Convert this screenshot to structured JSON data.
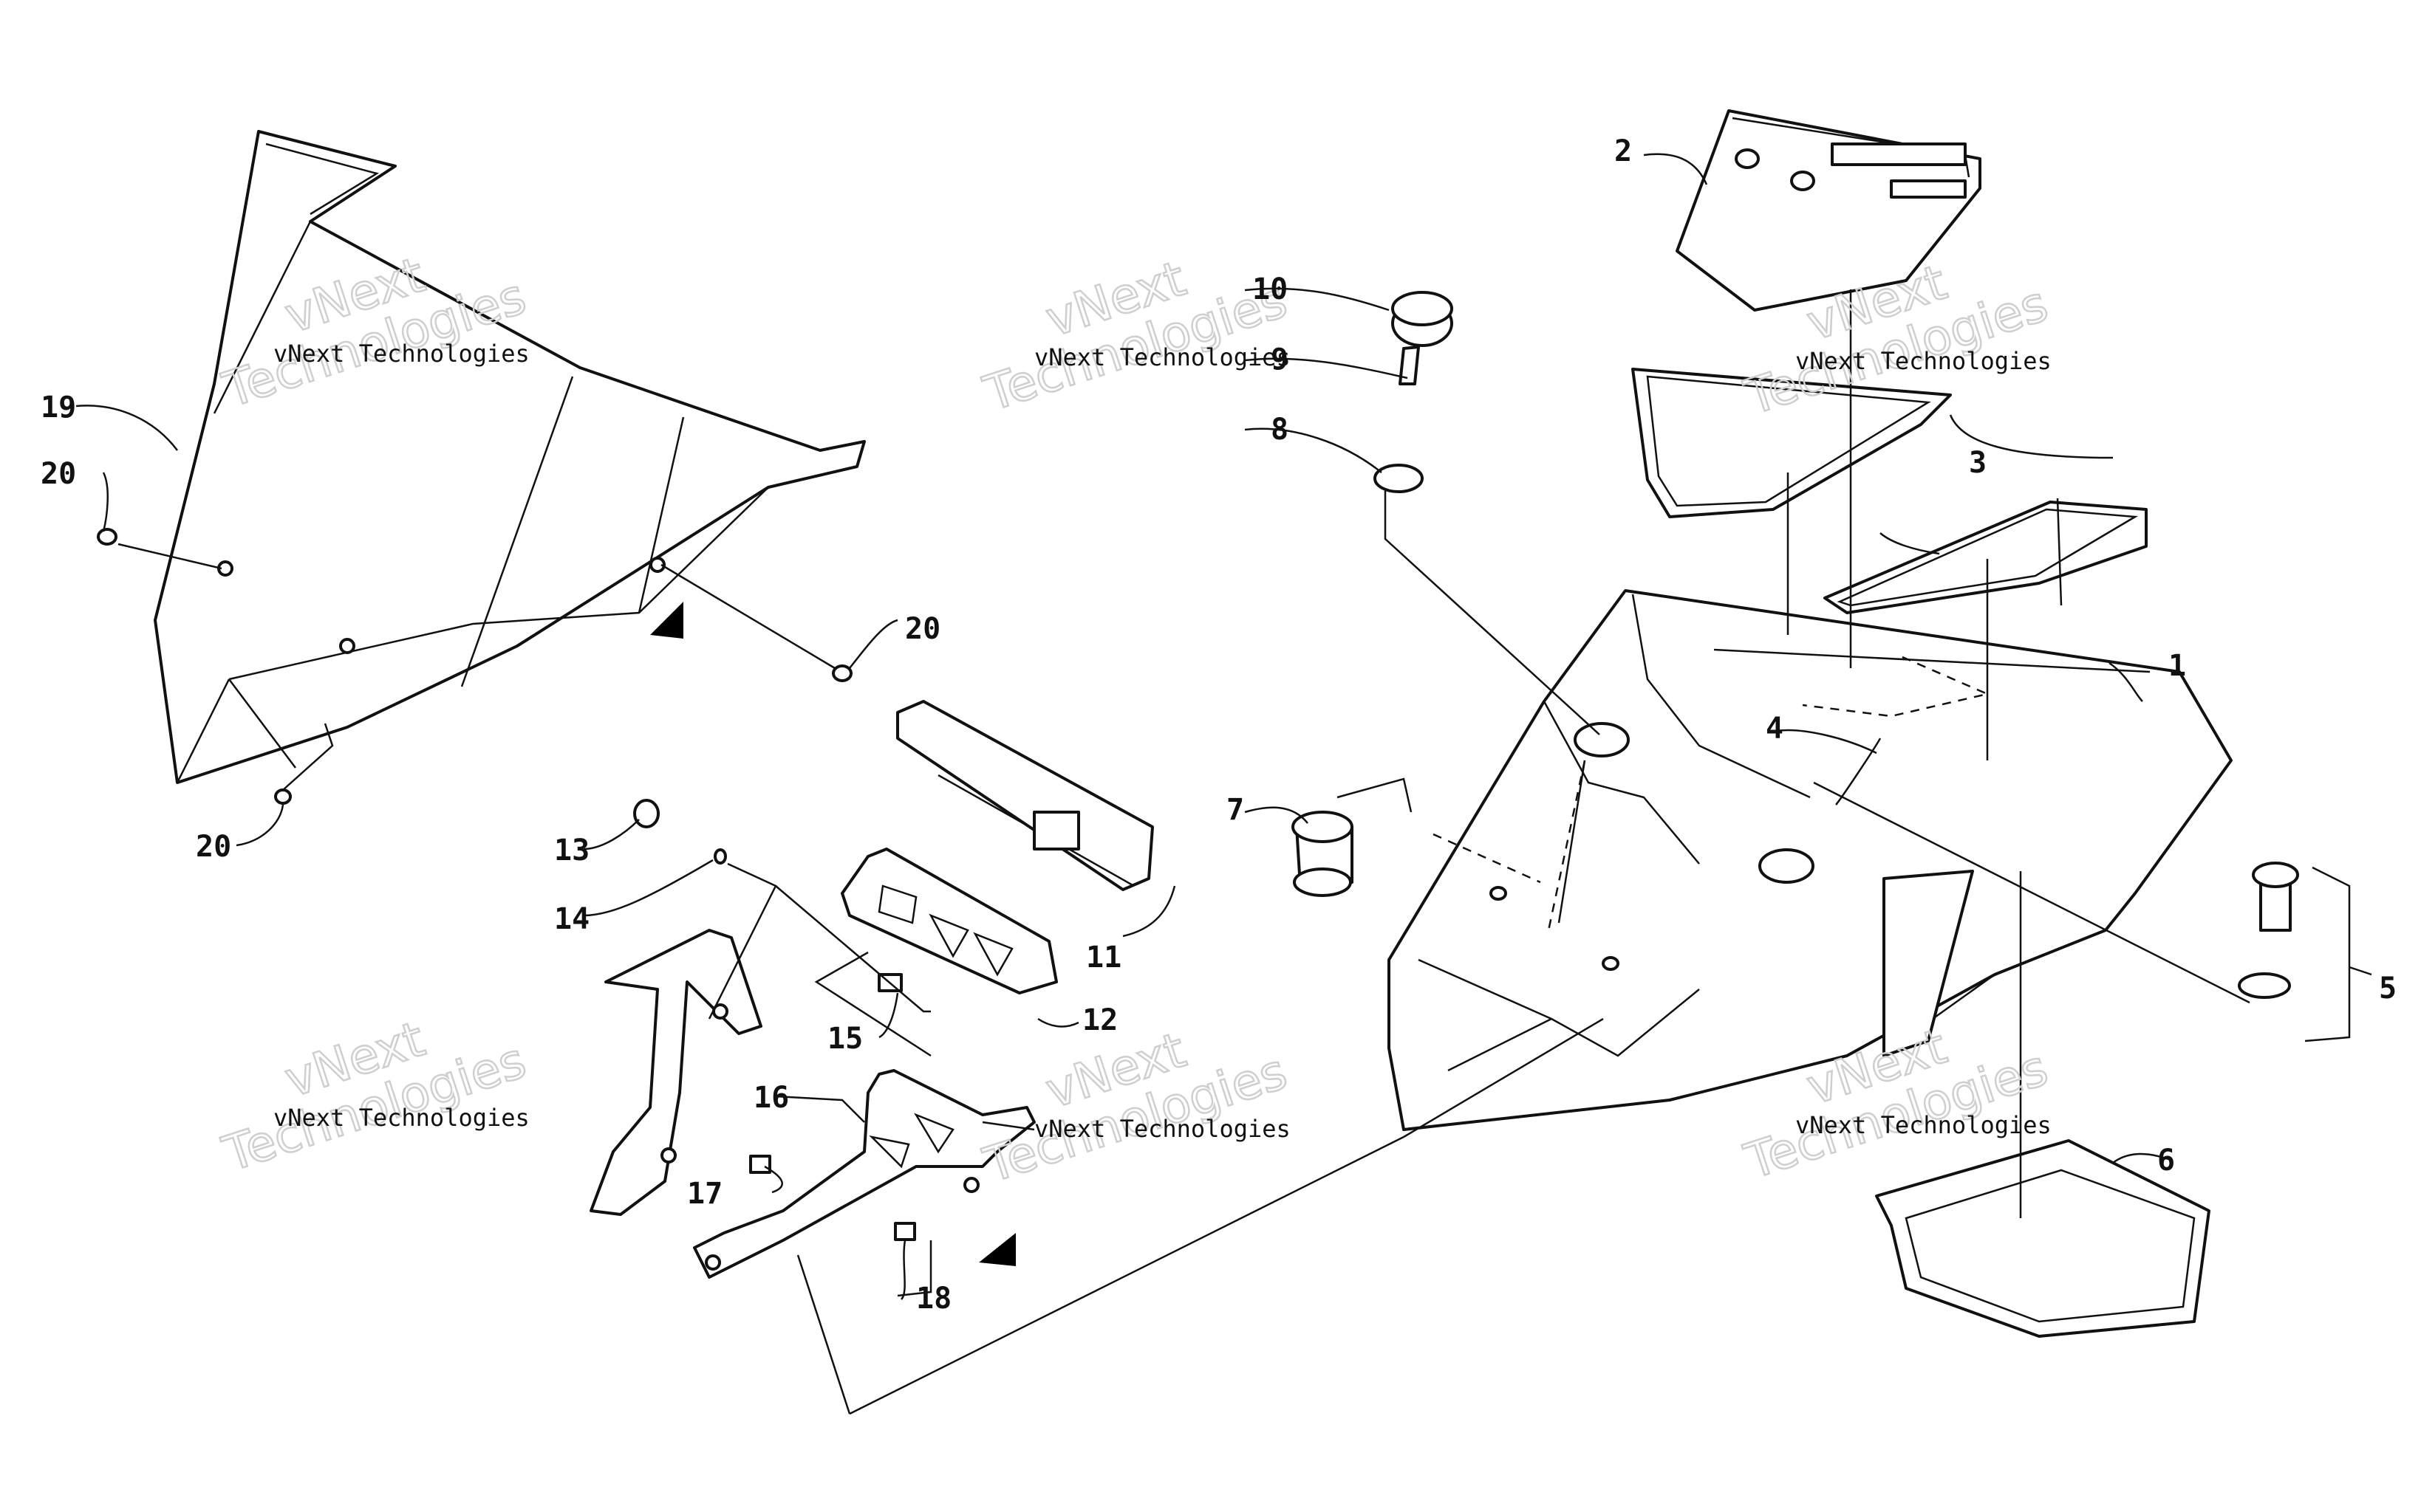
{
  "callouts": [
    "1",
    "2",
    "3",
    "4",
    "5",
    "6",
    "7",
    "8",
    "9",
    "10",
    "11",
    "12",
    "13",
    "14",
    "15",
    "16",
    "17",
    "18",
    "19",
    "20",
    "20",
    "20"
  ],
  "watermark": {
    "line1": "vNext Technologies",
    "big_line1": "vNext",
    "big_line2": "Technologies"
  },
  "colors": {
    "ink": "#111111",
    "paper": "#ffffff",
    "watermark": "#cfcfcf"
  }
}
